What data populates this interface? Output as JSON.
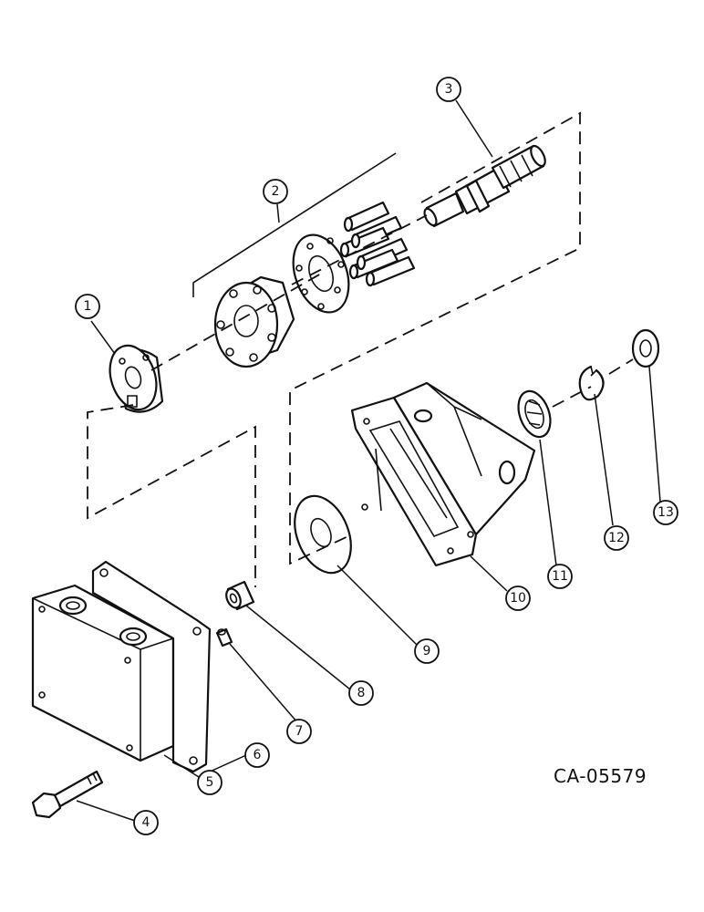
{
  "figure_code": "CA-05579",
  "callouts": [
    "1",
    "2",
    "3",
    "4",
    "5",
    "6",
    "7",
    "8",
    "9",
    "10",
    "11",
    "12",
    "13"
  ]
}
